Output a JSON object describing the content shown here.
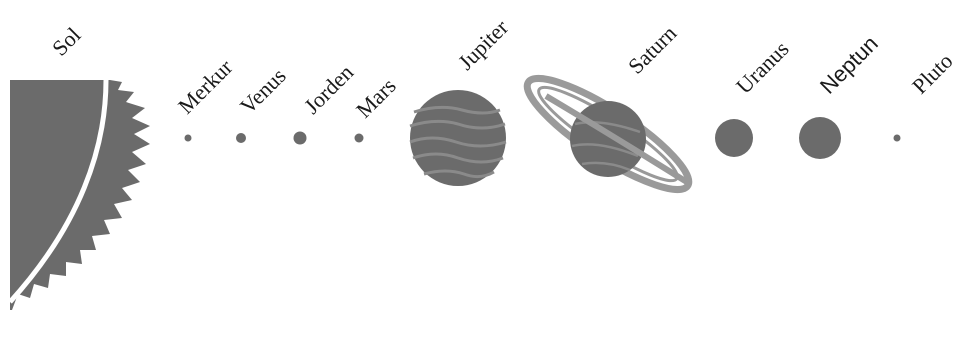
{
  "labels": {
    "sun": "Sol",
    "mercury": "Merkur",
    "venus": "Venus",
    "earth": "Jorden",
    "mars": "Mars",
    "jupiter": "Jupiter",
    "saturn": "Saturn",
    "uranus": "Uranus",
    "neptune": "Neptun",
    "pluto": "Pluto"
  },
  "colors": {
    "planet": "#6b6b6b",
    "band": "#8a8a8a",
    "ring": "#9a9a9a",
    "text": "#1a1a1a",
    "background": "#ffffff"
  }
}
